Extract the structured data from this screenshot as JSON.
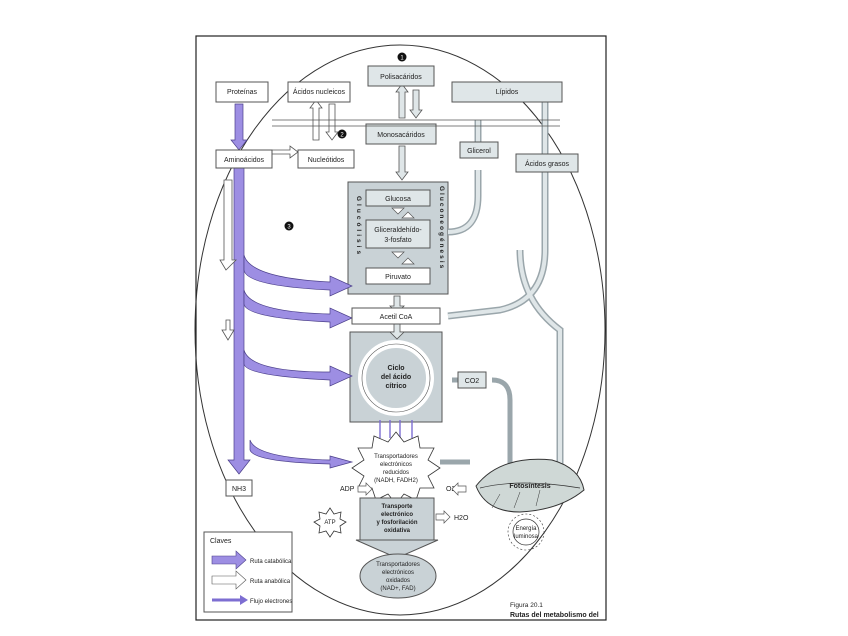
{
  "figure": {
    "markers": [
      "1",
      "2",
      "3"
    ],
    "caption_number": "Figura 20.1",
    "caption_title": "Rutas del metabolismo del"
  },
  "nodes": {
    "proteinas": "Proteínas",
    "acidos_nucleicos": "Ácidos nucleicos",
    "polisacaridos": "Polisacáridos",
    "lipidos": "Lípidos",
    "aminoacidos": "Aminoácidos",
    "nucleotidos": "Nucleótidos",
    "monosacaridos": "Monosacáridos",
    "glicerol": "Glicerol",
    "acidos_grasos": "Ácidos grasos",
    "glucosa": "Glucosa",
    "gliceraldehido_1": "Gliceraldehído-",
    "gliceraldehido_2": "3-fosfato",
    "piruvato": "Piruvato",
    "acetil_coa": "Acetil CoA",
    "ciclo_1": "Ciclo",
    "ciclo_2": "del ácido",
    "ciclo_3": "cítrico",
    "co2": "CO2",
    "transport_reduced": [
      "Transportadores",
      "electrónicos",
      "reducidos",
      "(NADH, FADH2)"
    ],
    "adp": "ADP",
    "o2": "O2",
    "fotosintesis": "Fotosíntesis",
    "transporte": [
      "Transporte",
      "electrónico",
      "y fosforilación",
      "oxidativa"
    ],
    "atp": "ATP",
    "h2o": "H2O",
    "energia": [
      "Energía",
      "luminosa"
    ],
    "transport_oxidized": [
      "Transportadores",
      "electrónicos",
      "oxidados",
      "(NAD+, FAD)"
    ],
    "nh3": "NH3",
    "glucolisis": "Glucólisis",
    "gluconeogenesis": "Gluconeogénesis"
  },
  "legend": {
    "title": "Claves",
    "items": [
      "Ruta catabólica",
      "Ruta anabólica",
      "Flujo electrones"
    ]
  },
  "colors": {
    "catabolic": "#9d8ee3",
    "anabolic": "#ffffff",
    "electron": "#7d6ed2",
    "box_fill": "#dfe6e8",
    "box_stroke": "#555555",
    "panel_fill": "#c9d2d6"
  }
}
